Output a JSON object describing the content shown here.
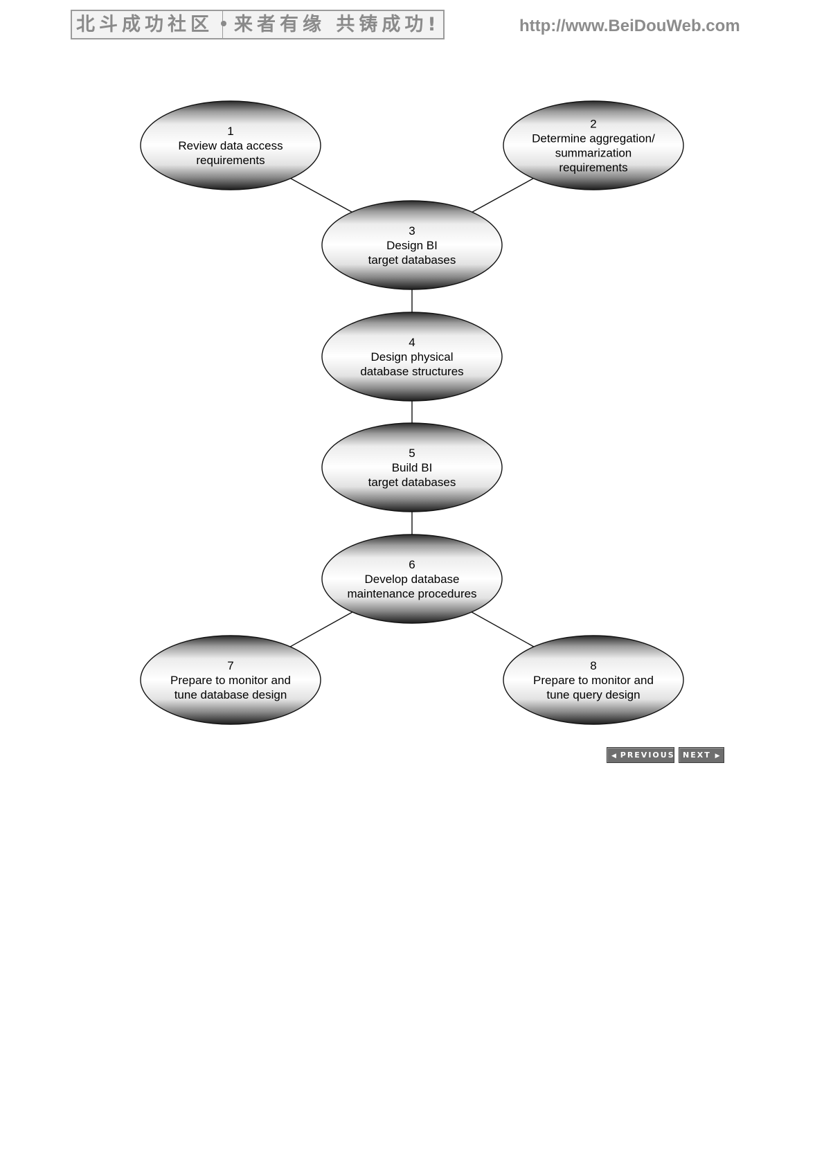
{
  "header": {
    "banner_left": "北斗成功社区",
    "banner_right": "来者有缘 共铸成功!",
    "url": "http://www.BeiDouWeb.com"
  },
  "diagram": {
    "nodes": [
      {
        "id": 1,
        "number": "1",
        "lines": [
          "Review data access",
          "requirements"
        ]
      },
      {
        "id": 2,
        "number": "2",
        "lines": [
          "Determine aggregation/",
          "summarization",
          "requirements"
        ]
      },
      {
        "id": 3,
        "number": "3",
        "lines": [
          "Design BI",
          "target databases"
        ]
      },
      {
        "id": 4,
        "number": "4",
        "lines": [
          "Design physical",
          "database structures"
        ]
      },
      {
        "id": 5,
        "number": "5",
        "lines": [
          "Build BI",
          "target databases"
        ]
      },
      {
        "id": 6,
        "number": "6",
        "lines": [
          "Develop database",
          "maintenance procedures"
        ]
      },
      {
        "id": 7,
        "number": "7",
        "lines": [
          "Prepare to monitor and",
          "tune database design"
        ]
      },
      {
        "id": 8,
        "number": "8",
        "lines": [
          "Prepare to monitor and",
          "tune query design"
        ]
      }
    ],
    "edges": [
      [
        1,
        3
      ],
      [
        2,
        3
      ],
      [
        3,
        4
      ],
      [
        4,
        5
      ],
      [
        5,
        6
      ],
      [
        6,
        7
      ],
      [
        6,
        8
      ]
    ]
  },
  "navigation": {
    "previous_label": "PREVIOUS",
    "next_label": "NEXT",
    "previous_icon": "triangle-left-icon",
    "next_icon": "triangle-right-icon"
  }
}
